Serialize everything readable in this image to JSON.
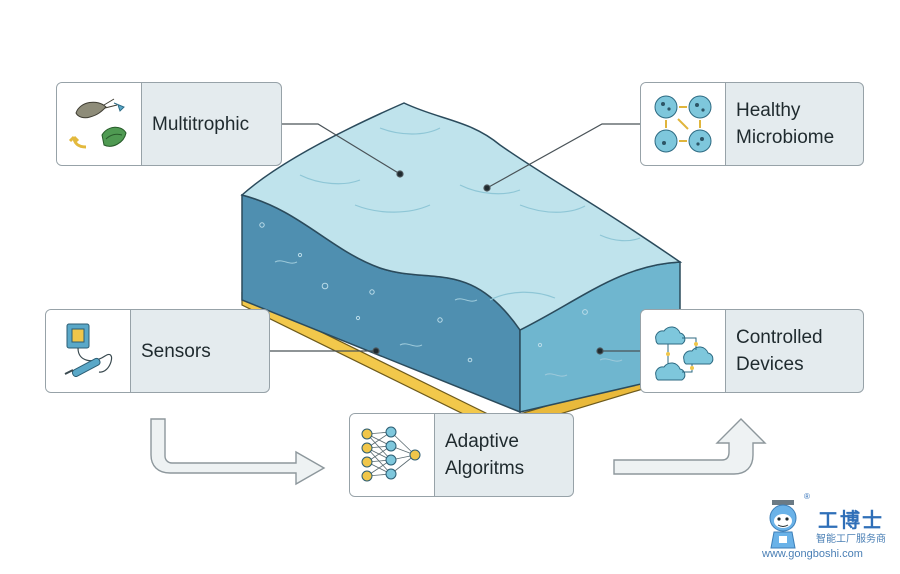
{
  "diagram": {
    "cards": {
      "multitrophic": {
        "label": "Multitrophic",
        "icon": "shrimp-seaweed-cycle-icon"
      },
      "microbiome": {
        "label": "Healthy\nMicrobiome",
        "icon": "microbe-cycle-icon"
      },
      "sensors": {
        "label": "Sensors",
        "icon": "sensor-probe-icon"
      },
      "devices": {
        "label": "Controlled\nDevices",
        "icon": "cloud-network-icon"
      },
      "algorithms": {
        "label": "Adaptive\nAlgoritms",
        "icon": "neural-network-icon"
      }
    },
    "colors": {
      "water_top": "#bfe3ec",
      "water_left": "#4f8fb0",
      "water_right": "#6fb6cf",
      "base": "#f2c84b",
      "card_bg": "#e4ebee",
      "card_border": "#97a2a8",
      "arrow": "#eef2f3"
    }
  },
  "watermark": {
    "brand": "工博士",
    "tagline": "智能工厂服务商",
    "url": "www.gongboshi.com",
    "mark": "®"
  }
}
